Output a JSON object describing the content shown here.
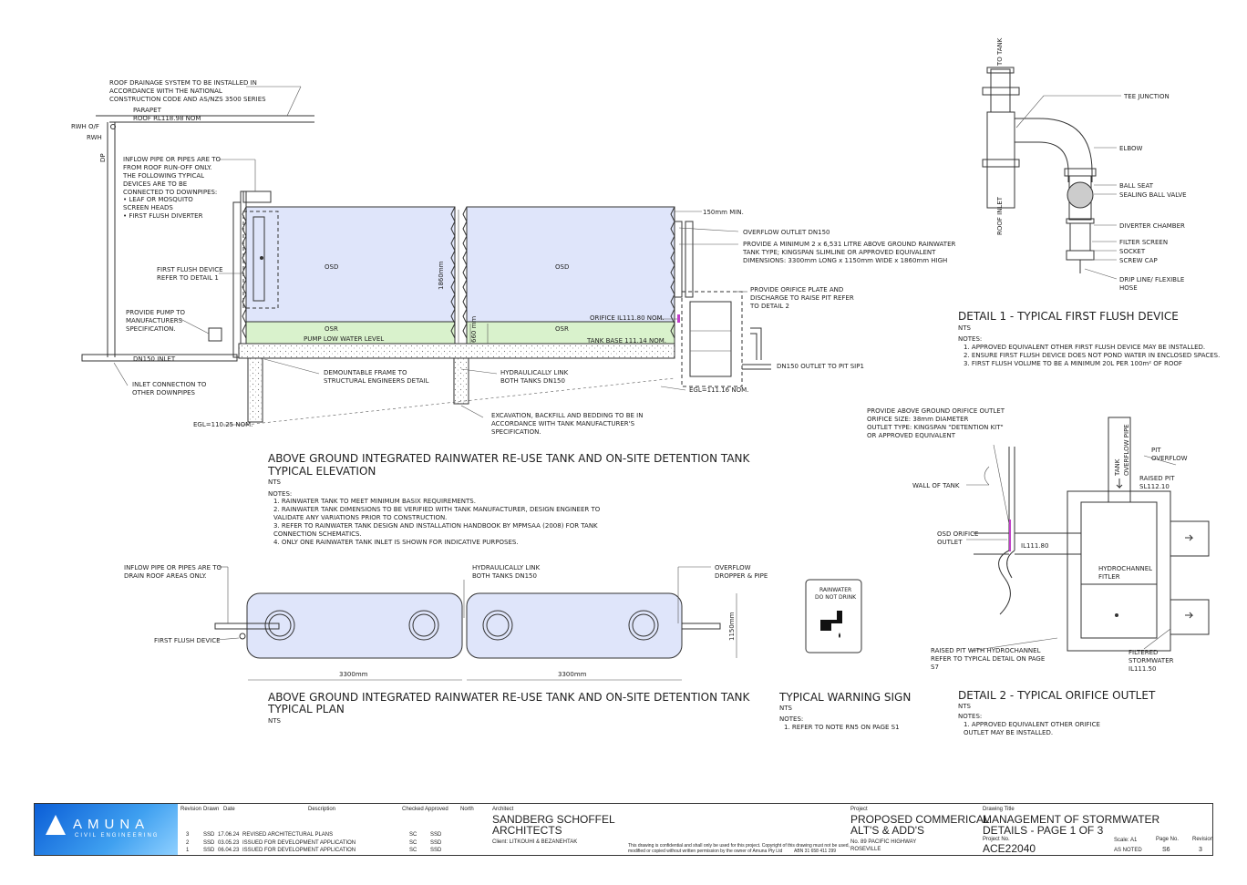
{
  "elevation": {
    "roof_drainage_note": [
      "ROOF DRAINAGE SYSTEM TO BE INSTALLED IN",
      "ACCORDANCE WITH THE NATIONAL",
      "CONSTRUCTION CODE AND AS/NZS 3500 SERIES"
    ],
    "parapet": "PARAPET",
    "roof_rl": "ROOF RL118.98 NOM",
    "rwh_of": "RWH O/F",
    "rwh": "RWH",
    "dp": "DP",
    "inflow_note": [
      "INFLOW PIPE OR PIPES ARE TO",
      "FROM ROOF RUN-OFF ONLY.",
      "THE FOLLOWING TYPICAL",
      "DEVICES ARE TO BE",
      "CONNECTED TO DOWNPIPES:",
      "•  LEAF OR MOSQUITO",
      "    SCREEN HEADS",
      "•  FIRST FLUSH DIVERTER"
    ],
    "first_flush_note": [
      "FIRST FLUSH DEVICE",
      "REFER TO DETAIL 1"
    ],
    "pump_note": [
      "PROVIDE PUMP TO",
      "MANUFACTURERS",
      "SPECIFICATION."
    ],
    "dn150_inlet": "DN150 INLET",
    "inlet_connection": [
      "INLET CONNECTION TO",
      "OTHER DOWNPIPES"
    ],
    "egl_left": "EGL=110.25 NOM.",
    "demountable": [
      "DEMOUNTABLE FRAME TO",
      "STRUCTURAL ENGINEERS DETAIL"
    ],
    "hydraulic_link": [
      "HYDRAULICALLY LINK",
      "BOTH TANKS DN150"
    ],
    "excavation": [
      "EXCAVATION, BACKFILL AND BEDDING TO BE IN",
      "ACCORDANCE WITH TANK MANUFACTURER'S",
      "SPECIFICATION."
    ],
    "osd": "OSD",
    "osr": "OSR",
    "pump_low": "PUMP LOW WATER LEVEL",
    "dim_1860": "1860mm",
    "dim_660": "660 mm",
    "orifice_il": "ORIFICE IL111.80 NOM.",
    "tank_base": "TANK BASE 111.14 NOM.",
    "min150": "150mm MIN.",
    "overflow_outlet": "OVERFLOW OUTLET DN150",
    "provide_tanks": [
      "PROVIDE A MINIMUM 2 x 6,531 LITRE ABOVE GROUND RAINWATER",
      "TANK TYPE; KINGSPAN SLIMLINE OR APPROVED EQUIVALENT",
      "DIMENSIONS: 3300mm LONG x 1150mm WIDE x 1860mm HIGH"
    ],
    "orifice_plate": [
      "PROVIDE ORIFICE PLATE AND",
      "DISCHARGE TO RAISE PIT REFER",
      "TO DETAIL 2"
    ],
    "dn150_outlet": "DN150 OUTLET TO PIT SIP1",
    "egl_right": "EGL=111.16 NOM.",
    "title": [
      "ABOVE GROUND INTEGRATED RAINWATER RE-USE TANK AND ON-SITE DETENTION TANK",
      "TYPICAL ELEVATION"
    ],
    "nts": "NTS",
    "notes_label": "NOTES:",
    "notes": [
      "1.    RAINWATER TANK TO MEET MINIMUM BASIX REQUIREMENTS.",
      "2.    RAINWATER TANK DIMENSIONS TO BE VERIFIED WITH TANK MANUFACTURER, DESIGN ENGINEER TO",
      "        VALIDATE ANY VARIATIONS PRIOR TO CONSTRUCTION.",
      "3.    REFER TO RAINWATER TANK DESIGN AND INSTALLATION HANDBOOK BY MPMSAA (2008) FOR TANK",
      "        CONNECTION SCHEMATICS.",
      "4.    ONLY ONE RAINWATER TANK INLET IS SHOWN FOR INDICATIVE PURPOSES."
    ]
  },
  "plan": {
    "inflow_note": [
      "INFLOW PIPE OR PIPES ARE TO",
      "DRAIN ROOF AREAS ONLY."
    ],
    "hydraulic_link": [
      "HYDRAULICALLY LINK",
      "BOTH TANKS DN150"
    ],
    "overflow": [
      "OVERFLOW",
      "DROPPER & PIPE"
    ],
    "first_flush": "FIRST FLUSH DEVICE",
    "dim_1150": "1150mm",
    "dim_3300_a": "3300mm",
    "dim_3300_b": "3300mm",
    "title": [
      "ABOVE GROUND INTEGRATED RAINWATER RE-USE TANK AND ON-SITE DETENTION TANK",
      "TYPICAL PLAN"
    ],
    "nts": "NTS"
  },
  "sign": {
    "text": [
      "RAINWATER",
      "DO NOT DRINK"
    ],
    "title": "TYPICAL WARNING SIGN",
    "nts": "NTS",
    "notes_label": "NOTES:",
    "note": "1.    REFER TO NOTE RN5 ON PAGE S1"
  },
  "detail1": {
    "to_tank": "TO TANK",
    "roof_inlet": "ROOF INLET",
    "tee": "TEE JUNCTION",
    "elbow": "ELBOW",
    "ball_seat": "BALL SEAT",
    "sealing": "SEALING BALL VALVE",
    "diverter": "DIVERTER CHAMBER",
    "filter": "FILTER SCREEN",
    "socket": "SOCKET",
    "screw": "SCREW CAP",
    "drip": [
      "DRIP LINE/ FLEXIBLE",
      "HOSE"
    ],
    "title": "DETAIL 1 - TYPICAL FIRST FLUSH DEVICE",
    "nts": "NTS",
    "notes_label": "NOTES:",
    "notes": [
      "1.    APPROVED EQUIVALENT OTHER FIRST FLUSH DEVICE MAY BE INSTALLED.",
      "2.    ENSURE FIRST FLUSH DEVICE DOES NOT POND WATER IN ENCLOSED SPACES.",
      "3.    FIRST FLUSH VOLUME TO BE A MINIMUM 20L PER 100m² OF ROOF"
    ]
  },
  "detail2": {
    "orifice_note": [
      "PROVIDE ABOVE GROUND ORIFICE OUTLET",
      "ORIFICE SIZE: 38mm DIAMETER",
      "OUTLET TYPE: KINGSPAN \"DETENTION KIT\"",
      "OR APPROVED EQUIVALENT"
    ],
    "tank_overflow": [
      "TANK",
      "OVERFLOW PIPE"
    ],
    "pit_overflow": [
      "PIT",
      "OVERFLOW"
    ],
    "raised_pit": [
      "RAISED PIT",
      "SL112.10"
    ],
    "wall": "WALL OF TANK",
    "osd_orifice": [
      "OSD ORIFICE",
      "OUTLET"
    ],
    "il": "IL111.80",
    "hydrochannel": [
      "HYDROCHANNEL",
      "FITLER"
    ],
    "raised_note": [
      "RAISED PIT WITH HYDROCHANNEL",
      "REFER TO TYPICAL DETAIL ON PAGE",
      "S7"
    ],
    "filtered": [
      "FILTERED",
      "STORMWATER",
      "IL111.50"
    ],
    "title": "DETAIL 2 - TYPICAL ORIFICE OUTLET",
    "nts": "NTS",
    "notes_label": "NOTES:",
    "notes": [
      "1.    APPROVED EQUIVALENT OTHER ORIFICE",
      "       OUTLET MAY BE INSTALLED."
    ]
  },
  "titleblock": {
    "logo_name": "AMUNA",
    "logo_sub": "CIVIL ENGINEERING",
    "headers": {
      "revision": "Revision",
      "drawn": "Drawn",
      "date": "Date",
      "description": "Description",
      "checked": "Checked",
      "approved": "Approved",
      "north": "North"
    },
    "revisions": [
      {
        "rev": "3",
        "drawn": "SSD",
        "date": "17.06.24",
        "desc": "REVISED ARCHITECTURAL PLANS",
        "checked": "SC",
        "approved": "SSD"
      },
      {
        "rev": "2",
        "drawn": "SSD",
        "date": "03.05.23",
        "desc": "ISSUED FOR DEVELOPMENT APPLICATION",
        "checked": "SC",
        "approved": "SSD"
      },
      {
        "rev": "1",
        "drawn": "SSD",
        "date": "06.04.23",
        "desc": "ISSUED FOR DEVELOPMENT APPLICATION",
        "checked": "SC",
        "approved": "SSD"
      }
    ],
    "architect_label": "Architect",
    "architect": [
      "SANDBERG SCHOFFEL",
      "ARCHITECTS"
    ],
    "client": "Client: LITKOUHI & BEZANEHTAK",
    "confidential": [
      "This drawing is confidential and shall only be used for this project. Copyright of this drawing must not be used,",
      "modified or copied without written permission by the owner of Amuna Pty Ltd"
    ],
    "abn": "ABN 31 658 411 299",
    "project_label": "Project",
    "project": [
      "PROPOSED COMMERICAL",
      "ALT'S & ADD'S"
    ],
    "address": [
      "No. 89 PACIFIC HIGHWAY",
      "ROSEVILLE"
    ],
    "drawing_title_label": "Drawing Title",
    "drawing_title": [
      "MANAGEMENT OF STORMWATER",
      "DETAILS - PAGE 1 OF 3"
    ],
    "project_no_label": "Project No.",
    "project_no": "ACE22040",
    "scale_label": "Scale: A1",
    "scale": "AS NOTED",
    "page_label": "Page No.",
    "page": "S6",
    "revision_label": "Revision",
    "revision": "3"
  }
}
